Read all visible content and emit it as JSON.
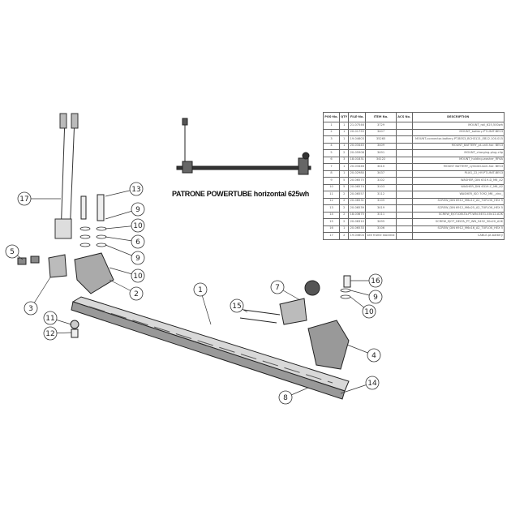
{
  "title": "PATRONE POWERTUBE horizontal 625wh",
  "table": {
    "headers": [
      "POS-No.",
      "QTY",
      "FILE-No.",
      "ITEM No.",
      "ACS No.",
      "DESCRIPTION"
    ],
    "rows": [
      [
        "1",
        "1",
        "21-07546",
        "3729",
        "",
        "MOUNT_rail_625,500wh"
      ],
      [
        "2",
        "1",
        "20-01755",
        "3407",
        "",
        "MOUNT_battery-PT-UNIT-BES3"
      ],
      [
        "3",
        "1",
        "19-04603",
        "35265",
        "",
        "MOUNT-connector-battery-PT-BES3_BCH3121_EB12.100.015"
      ],
      [
        "4",
        "1",
        "20-03445",
        "3409",
        "",
        "MOUNT_BATTERY_pt-unit-hor. BES3"
      ],
      [
        "5",
        "2",
        "20-05908",
        "3491",
        "",
        "MOUNT_charging-plug-clip"
      ],
      [
        "6",
        "3",
        "18-01831",
        "34122",
        "",
        "MOUNT_holding-washer_RF6A"
      ],
      [
        "7",
        "1",
        "20-03446",
        "3410",
        "",
        "MOUNT BATTERY_cylinder-lock-hor. BES3"
      ],
      [
        "8",
        "1",
        "20-02980",
        "3437",
        "",
        "PLUG_22_HY-PT-UNIT-BES3"
      ],
      [
        "9",
        "5",
        "20-06575",
        "3102",
        "",
        "WASHER_DIN 6319-D_M6_A2"
      ],
      [
        "10",
        "5",
        "20-06574",
        "3103",
        "",
        "WASHER_DIN 6319-C_M6_A2"
      ],
      [
        "11",
        "2",
        "20-06557",
        "3112",
        "",
        "WASHER_ISO 7092_M6__zinc_"
      ],
      [
        "12",
        "2",
        "20-06531",
        "3105",
        "",
        "SCREW_DIN 6912_M6x12_A2_TUFLOK_HEX 5"
      ],
      [
        "13",
        "2",
        "20-06539",
        "3419",
        "",
        "SCREW_DIN 6912_M6x25_A2_TUFLOK_HEX 5"
      ],
      [
        "14",
        "2",
        "18-03675",
        "3111",
        "",
        "SCREW_EJOT-DELTA-PT-WN-5451-40x12-A2K"
      ],
      [
        "15",
        "2",
        "20-06310",
        "3495",
        "",
        "SCREW_EJOT_DELTA_PT_WN_5452_30x20_A2K"
      ],
      [
        "16",
        "1",
        "20-06533",
        "3106",
        "",
        "SCREW_DIN 6912_M6x16_A2_TUFLOK_HEX 5"
      ],
      [
        "17",
        "2",
        "19-04604",
        "see frame stocklist",
        "",
        "CABLE-pt-battery"
      ]
    ]
  },
  "callouts": [
    "17",
    "13",
    "9",
    "10",
    "6",
    "9",
    "10",
    "5",
    "3",
    "2",
    "1",
    "7",
    "15",
    "16",
    "9",
    "10",
    "4",
    "11",
    "12",
    "14",
    "8"
  ]
}
